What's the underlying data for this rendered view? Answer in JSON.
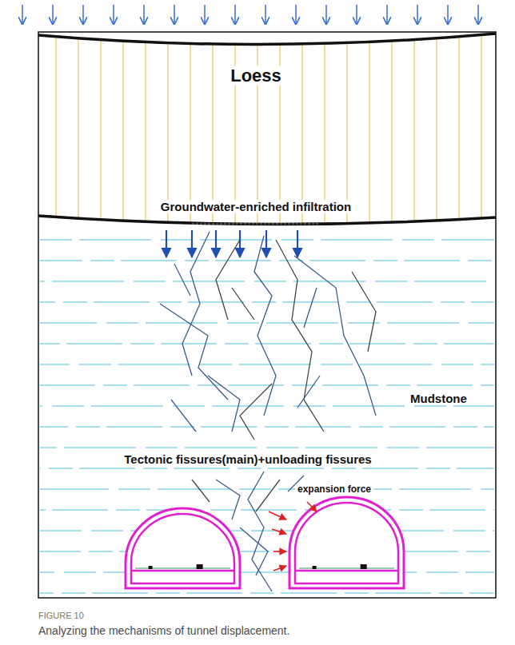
{
  "diagram": {
    "caption": "Analyzing the mechanisms of tunnel displacement.",
    "nodes": [
      {
        "text": [
          "Loess"
        ]
      },
      {
        "text": [
          "Mudstone",
          "Tectonic fissures(main)+unloading fissures"
        ]
      }
    ],
    "labels": [
      "Groundwater-enriched infiltration",
      "expansion force",
      "FIGURE 10"
    ]
  }
}
